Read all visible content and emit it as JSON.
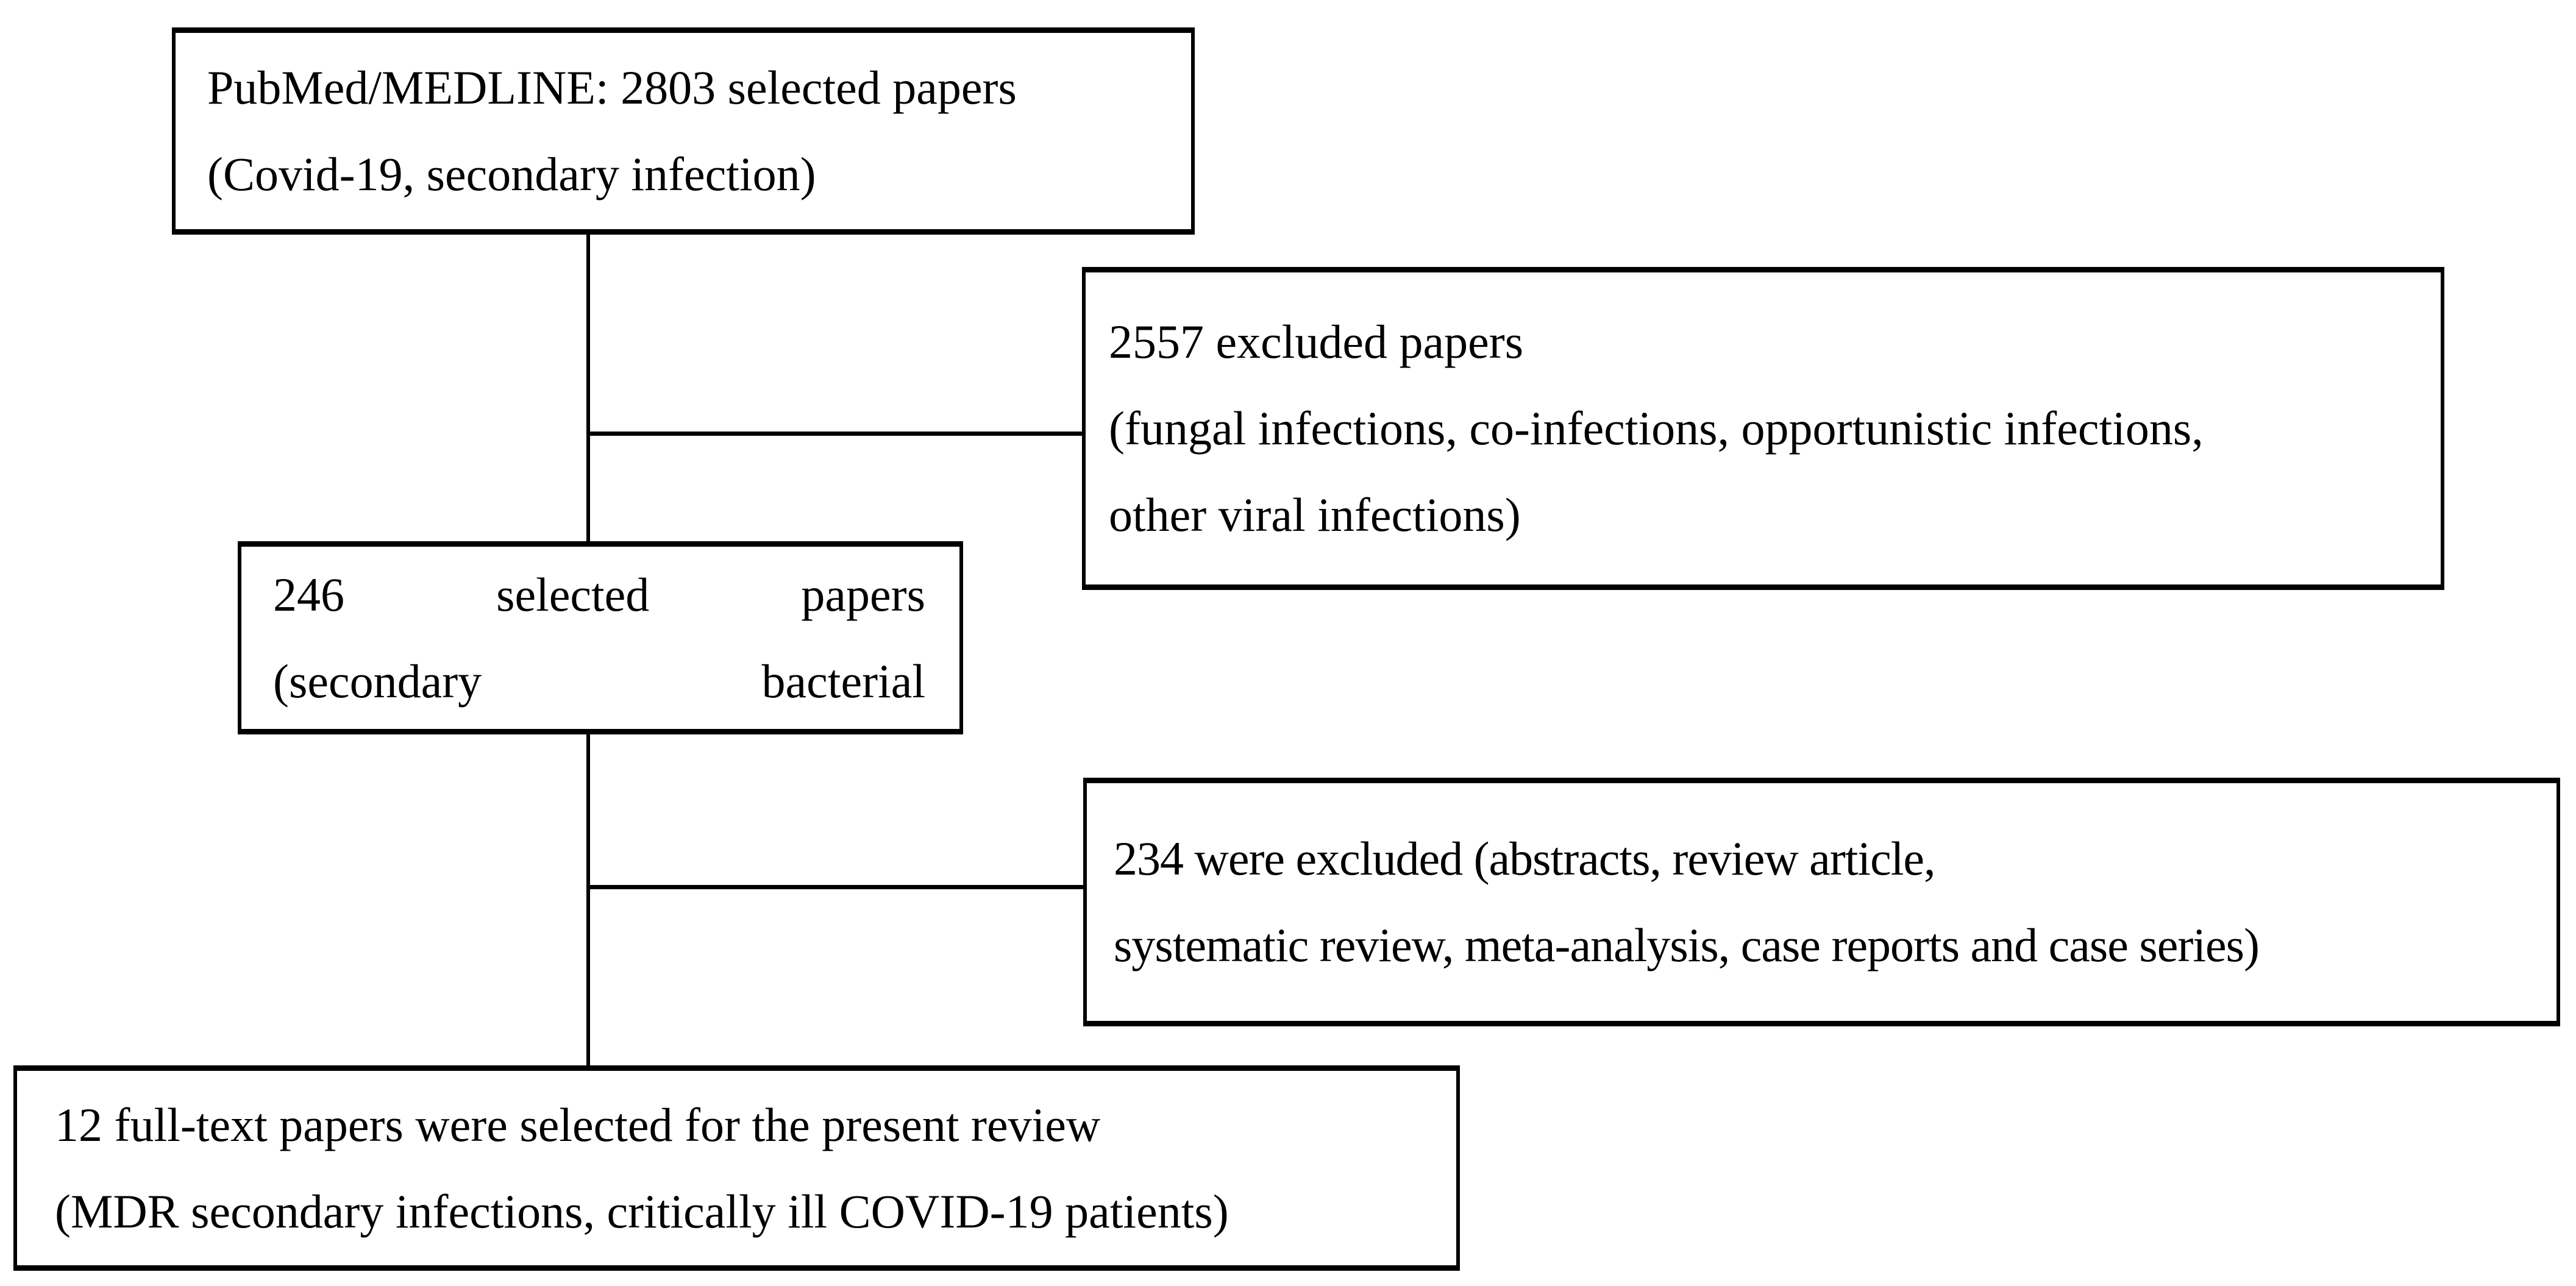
{
  "diagram": {
    "type": "flowchart",
    "background": "#ffffff",
    "border_color": "#000000",
    "text_color": "#000000",
    "boxes": {
      "pubmed": {
        "line1": "PubMed/MEDLINE: 2803 selected papers",
        "line2": "(Covid-19, secondary infection)"
      },
      "excluded_2557": {
        "line1": "2557 excluded papers",
        "line2": "(fungal infections, co-infections, opportunistic infections,",
        "line3": "other viral infections)"
      },
      "selected_246": {
        "line1": {
          "w1": "246",
          "w2": "selected",
          "w3": "papers"
        },
        "line2": {
          "w1": "(secondary",
          "w2": "bacterial"
        }
      },
      "excluded_234": {
        "line1": "234 were excluded (abstracts, review article,",
        "line2": "systematic review, meta-analysis, case reports and case series)"
      },
      "final_12": {
        "line1": "12 full-text papers were selected for the present review",
        "line2": "(MDR secondary infections, critically ill COVID-19 patients)"
      }
    }
  }
}
